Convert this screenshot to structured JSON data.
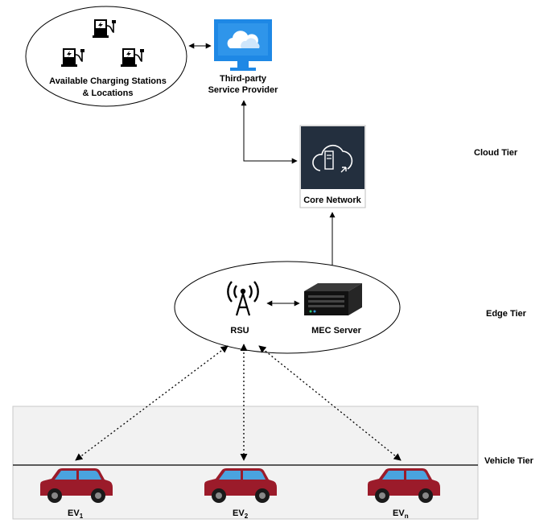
{
  "stations": {
    "label_line1": "Available Charging Stations",
    "label_line2": "& Locations"
  },
  "provider": {
    "label_line1": "Third-party",
    "label_line2": "Service Provider"
  },
  "core": {
    "label": "Core Network"
  },
  "rsu": {
    "label": "RSU"
  },
  "mec": {
    "label": "MEC Server"
  },
  "tiers": {
    "cloud": "Cloud Tier",
    "edge": "Edge Tier",
    "vehicle": "Vehicle Tier"
  },
  "vehicles": [
    {
      "prefix": "EV",
      "sub": "1"
    },
    {
      "prefix": "EV",
      "sub": "2"
    },
    {
      "prefix": "EV",
      "sub": "n"
    }
  ],
  "colors": {
    "car_body": "#9b1b2a",
    "car_window": "#4aa3df",
    "monitor_blue": "#1e88e5",
    "core_bg": "#232f3e",
    "road_band": "#f2f2f2"
  },
  "icons": {
    "charger": "ev-charger-icon",
    "monitor": "cloud-monitor-icon",
    "core": "cloud-server-icon",
    "rsu": "antenna-tower-icon",
    "mec": "rack-server-icon",
    "car": "car-icon"
  }
}
